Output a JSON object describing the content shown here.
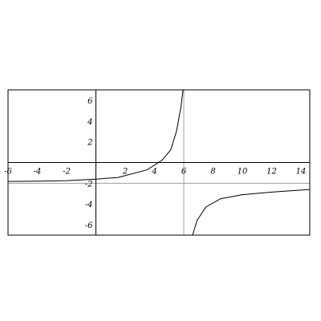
{
  "chart_data": {
    "type": "line",
    "title": "",
    "xlabel": "",
    "ylabel": "",
    "xlim": [
      -6,
      14.6
    ],
    "ylim": [
      -7,
      7
    ],
    "x_ticks": [
      "-6",
      "-4",
      "-2",
      "2",
      "4",
      "6",
      "8",
      "10",
      "12",
      "14"
    ],
    "y_ticks": [
      "6",
      "4",
      "2",
      "-2",
      "-4",
      "-6"
    ],
    "asymptotes": {
      "vertical_x": 6,
      "horizontal_y": -2
    },
    "grid": false,
    "legend": "none",
    "colors": {
      "curve": "#000000",
      "axis": "#000000",
      "asymptote": "#a0a0a0",
      "frame": "#000000"
    },
    "series": [
      {
        "values_left_branch": [
          [
            -6,
            -1.83
          ],
          [
            -4,
            -1.8
          ],
          [
            -2,
            -1.75
          ],
          [
            0,
            -1.6
          ],
          [
            1.5,
            -1.45
          ],
          [
            3.5,
            -0.7
          ],
          [
            4.5,
            0.2
          ],
          [
            5.1,
            1.2
          ],
          [
            5.5,
            3
          ],
          [
            5.8,
            5.3
          ],
          [
            5.95,
            7
          ]
        ],
        "values_right_branch": [
          [
            6.6,
            -7
          ],
          [
            6.9,
            -5.6
          ],
          [
            7.5,
            -4.3
          ],
          [
            8.5,
            -3.5
          ],
          [
            10,
            -3.1
          ],
          [
            12,
            -2.85
          ],
          [
            14.6,
            -2.6
          ]
        ]
      }
    ]
  }
}
